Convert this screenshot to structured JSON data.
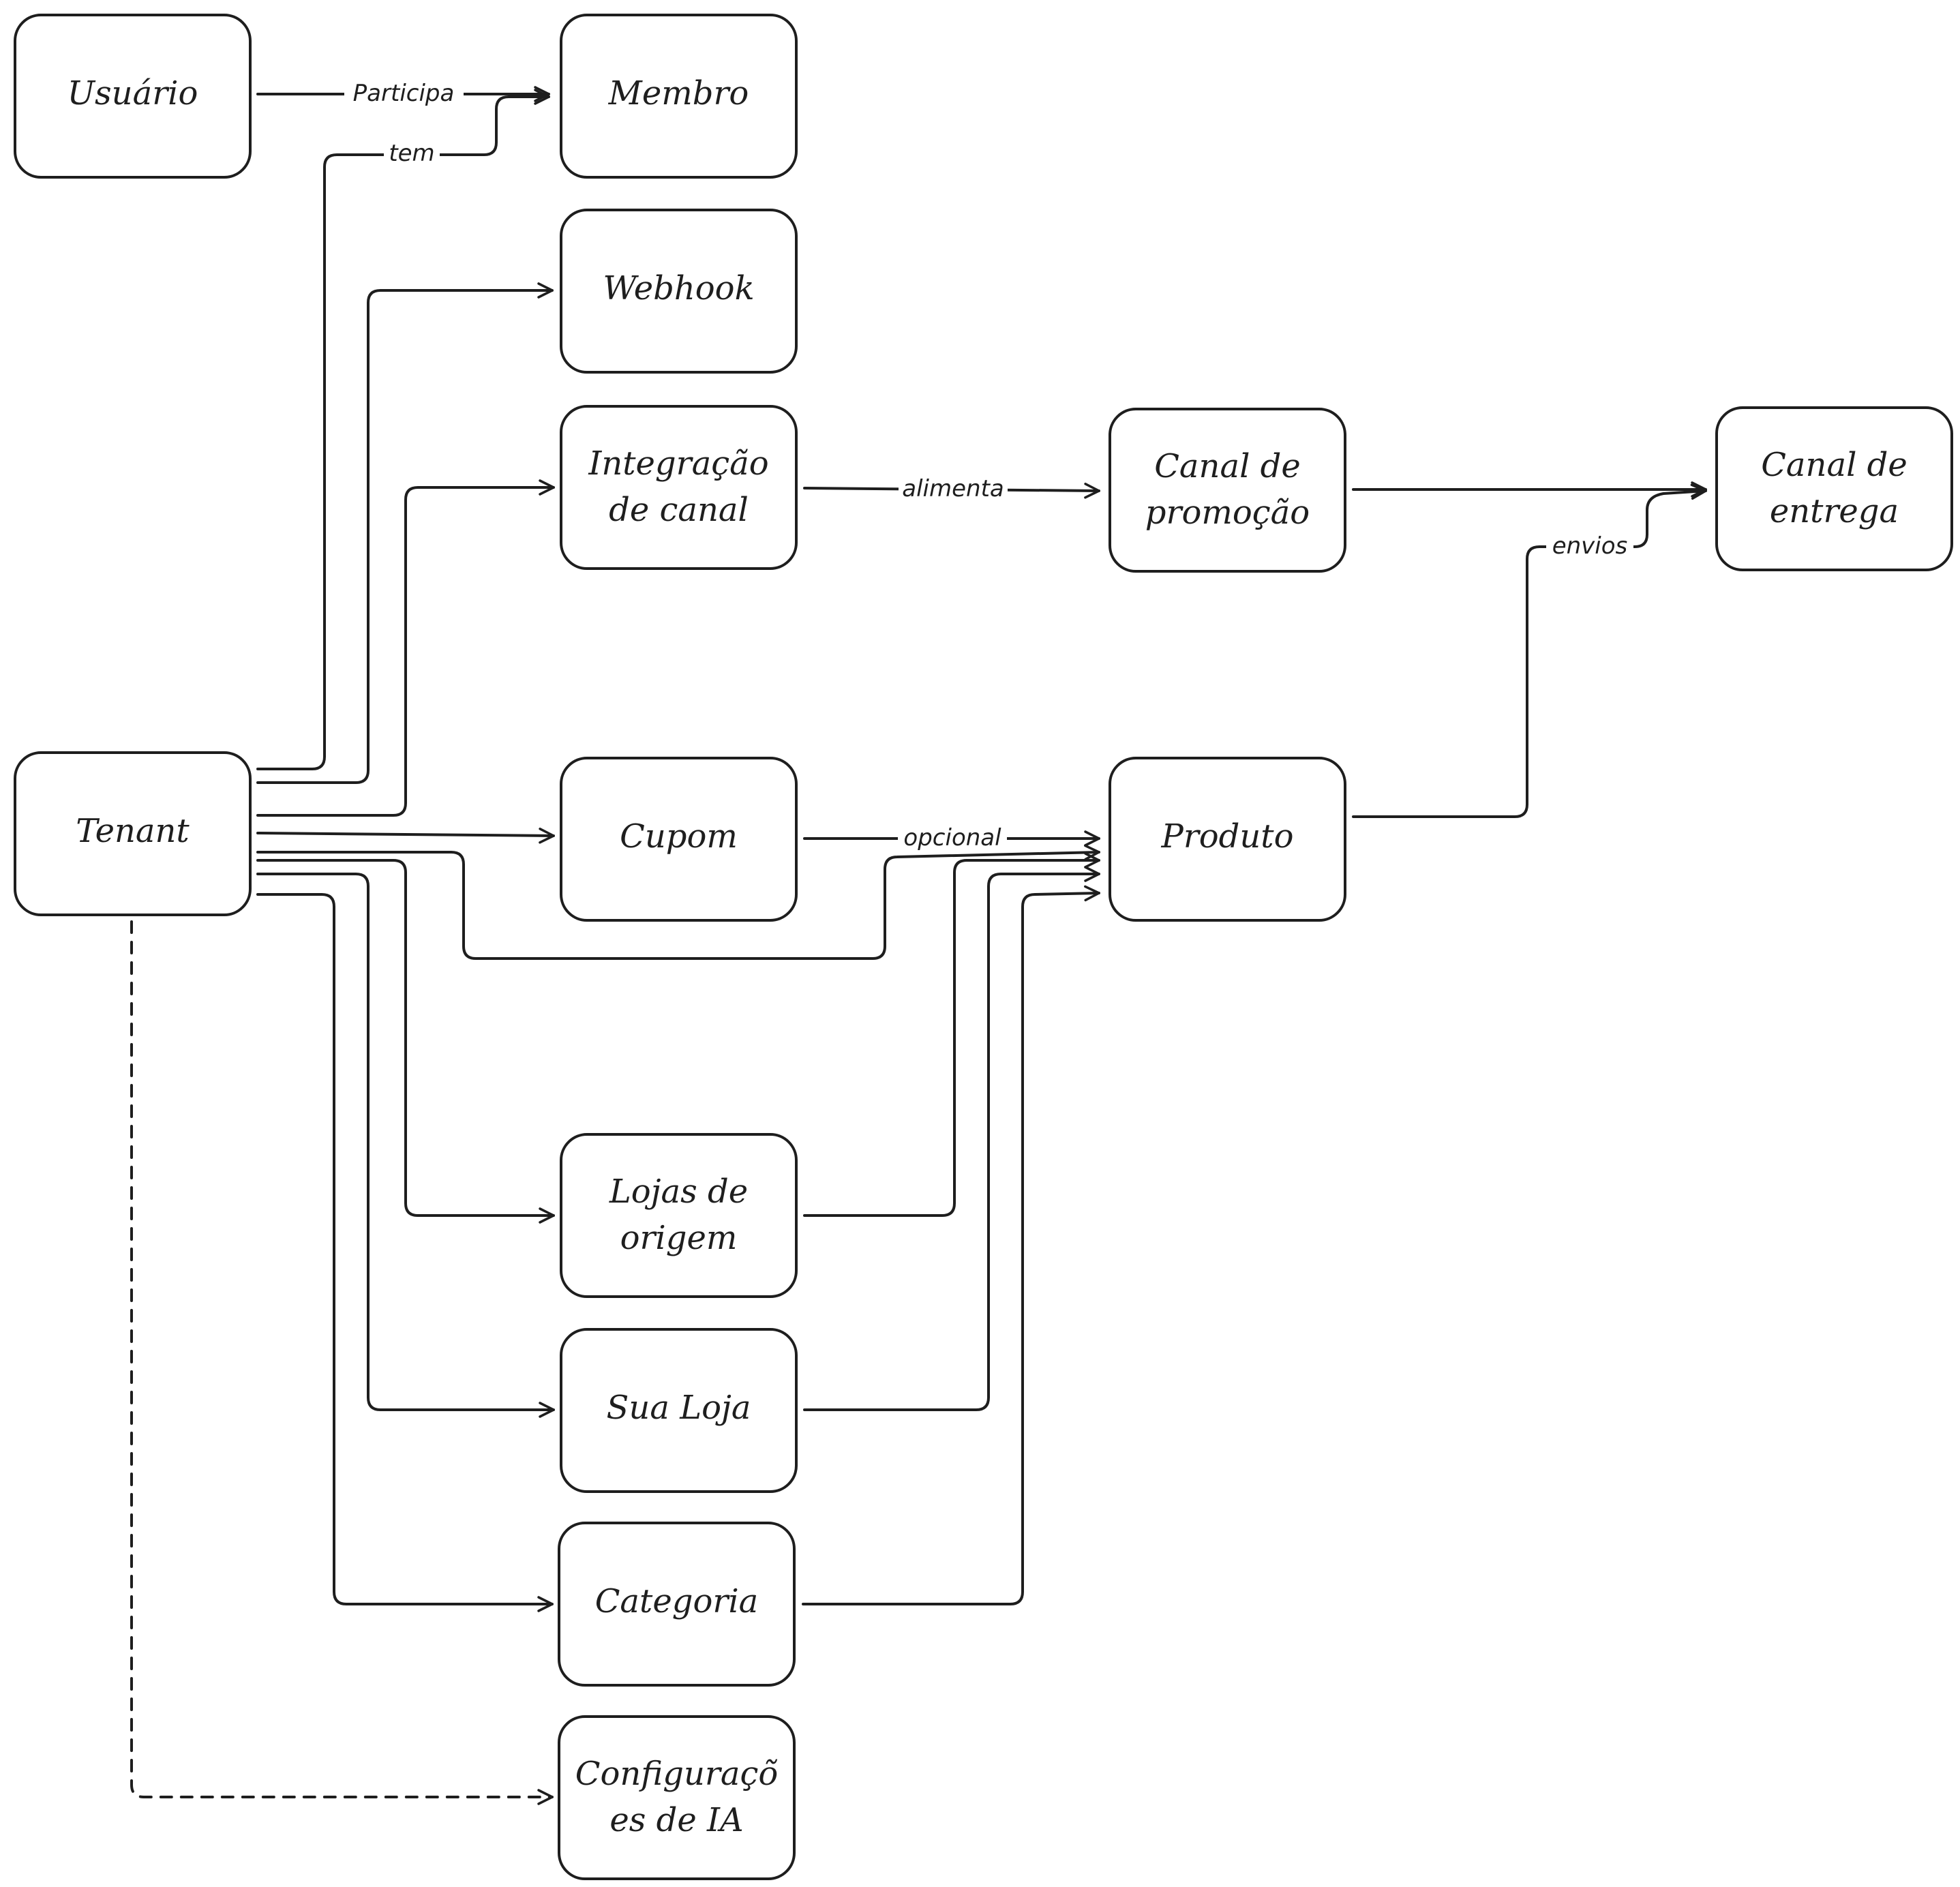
{
  "diagram": {
    "nodes": {
      "usuario": [
        "Usuário"
      ],
      "membro": [
        "Membro"
      ],
      "webhook": [
        "Webhook"
      ],
      "integracao": [
        "Integração",
        "de canal"
      ],
      "canal_promocao": [
        "Canal de",
        "promoção"
      ],
      "canal_entrega": [
        "Canal de",
        "entrega"
      ],
      "tenant": [
        "Tenant"
      ],
      "cupom": [
        "Cupom"
      ],
      "produto": [
        "Produto"
      ],
      "lojas_origem": [
        "Lojas de",
        "origem"
      ],
      "sua_loja": [
        "Sua Loja"
      ],
      "categoria": [
        "Categoria"
      ],
      "config_ia": [
        "Configuraçõ",
        "es de IA"
      ]
    },
    "edge_labels": {
      "participa": "Participa",
      "tem": "tem",
      "alimenta": "alimenta",
      "opcional": "opcional",
      "envios": "envios"
    }
  }
}
